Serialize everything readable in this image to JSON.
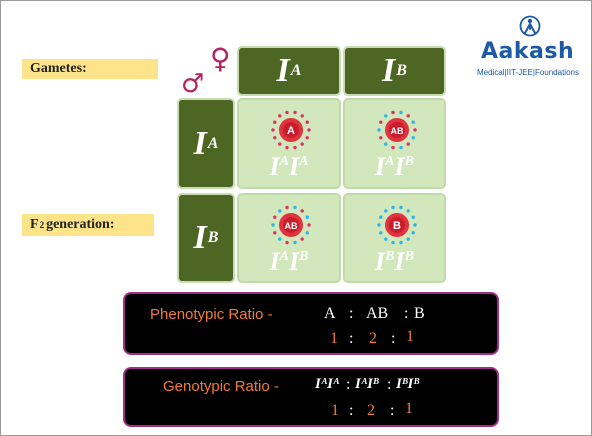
{
  "labels": {
    "gametes": "Gametes:",
    "f2_prefix": "F",
    "f2_subscript": "2",
    "f2_suffix": "generation:"
  },
  "symbols": {
    "female": "♀",
    "male": "♂"
  },
  "square": {
    "columns": [
      {
        "base": "I",
        "sup": "A"
      },
      {
        "base": "I",
        "sup": "B"
      }
    ],
    "rows": [
      {
        "base": "I",
        "sup": "A"
      },
      {
        "base": "I",
        "sup": "B"
      }
    ],
    "cells": [
      {
        "blood_label": "A",
        "genotype": [
          {
            "base": "I",
            "sup": "A"
          },
          {
            "base": "I",
            "sup": "A"
          }
        ]
      },
      {
        "blood_label": "AB",
        "genotype": [
          {
            "base": "I",
            "sup": "A"
          },
          {
            "base": "I",
            "sup": "B"
          }
        ]
      },
      {
        "blood_label": "AB",
        "genotype": [
          {
            "base": "I",
            "sup": "A"
          },
          {
            "base": "I",
            "sup": "B"
          }
        ]
      },
      {
        "blood_label": "B",
        "genotype": [
          {
            "base": "I",
            "sup": "B"
          },
          {
            "base": "I",
            "sup": "B"
          }
        ]
      }
    ]
  },
  "phenotypic": {
    "title": "Phenotypic Ratio -",
    "types": [
      "A",
      "AB",
      "B"
    ],
    "ratio": [
      "1",
      "2",
      "1"
    ]
  },
  "genotypic": {
    "title": "Genotypic Ratio -",
    "types": [
      "IᴬIᴬ",
      "IᴬIᴮ",
      "IᴮIᴮ"
    ],
    "ratio": [
      "1",
      "2",
      "1"
    ]
  },
  "colon": ":",
  "logo": {
    "name": "Aakash",
    "tagline": "Medical|IIT-JEE|Foundations"
  },
  "colors": {
    "header_green": "#4d6623",
    "cell_green": "#d3e7bd",
    "label_yellow": "#fde48a",
    "symbol_magenta": "#b5235e",
    "ratio_orange": "#f07a3a",
    "box_border_purple": "#a02c8c",
    "cell_red": "#e0323f",
    "dot_magenta": "#e0306a",
    "dot_cyan": "#29b6e8",
    "logo_blue": "#1c5aa6"
  }
}
